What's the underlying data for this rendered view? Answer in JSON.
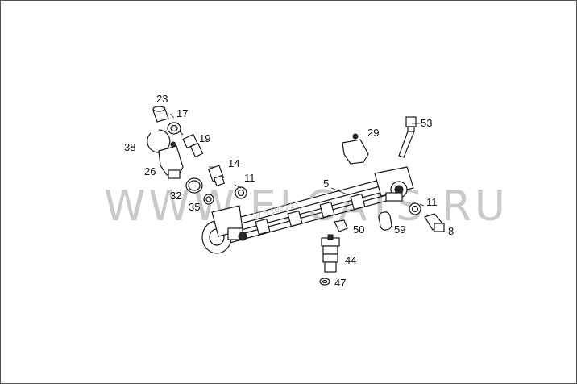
{
  "diagram": {
    "watermark": "WWW.ELCATS.RU",
    "stamp": "57 5 1023 21",
    "callouts": {
      "c23": "23",
      "c17": "17",
      "c19": "19",
      "c38": "38",
      "c26": "26",
      "c14": "14",
      "c11a": "11",
      "c32": "32",
      "c35": "35",
      "c5": "5",
      "c29": "29",
      "c53": "53",
      "c11b": "11",
      "c8": "8",
      "c50": "50",
      "c59": "59",
      "c44": "44",
      "c47": "47"
    }
  }
}
